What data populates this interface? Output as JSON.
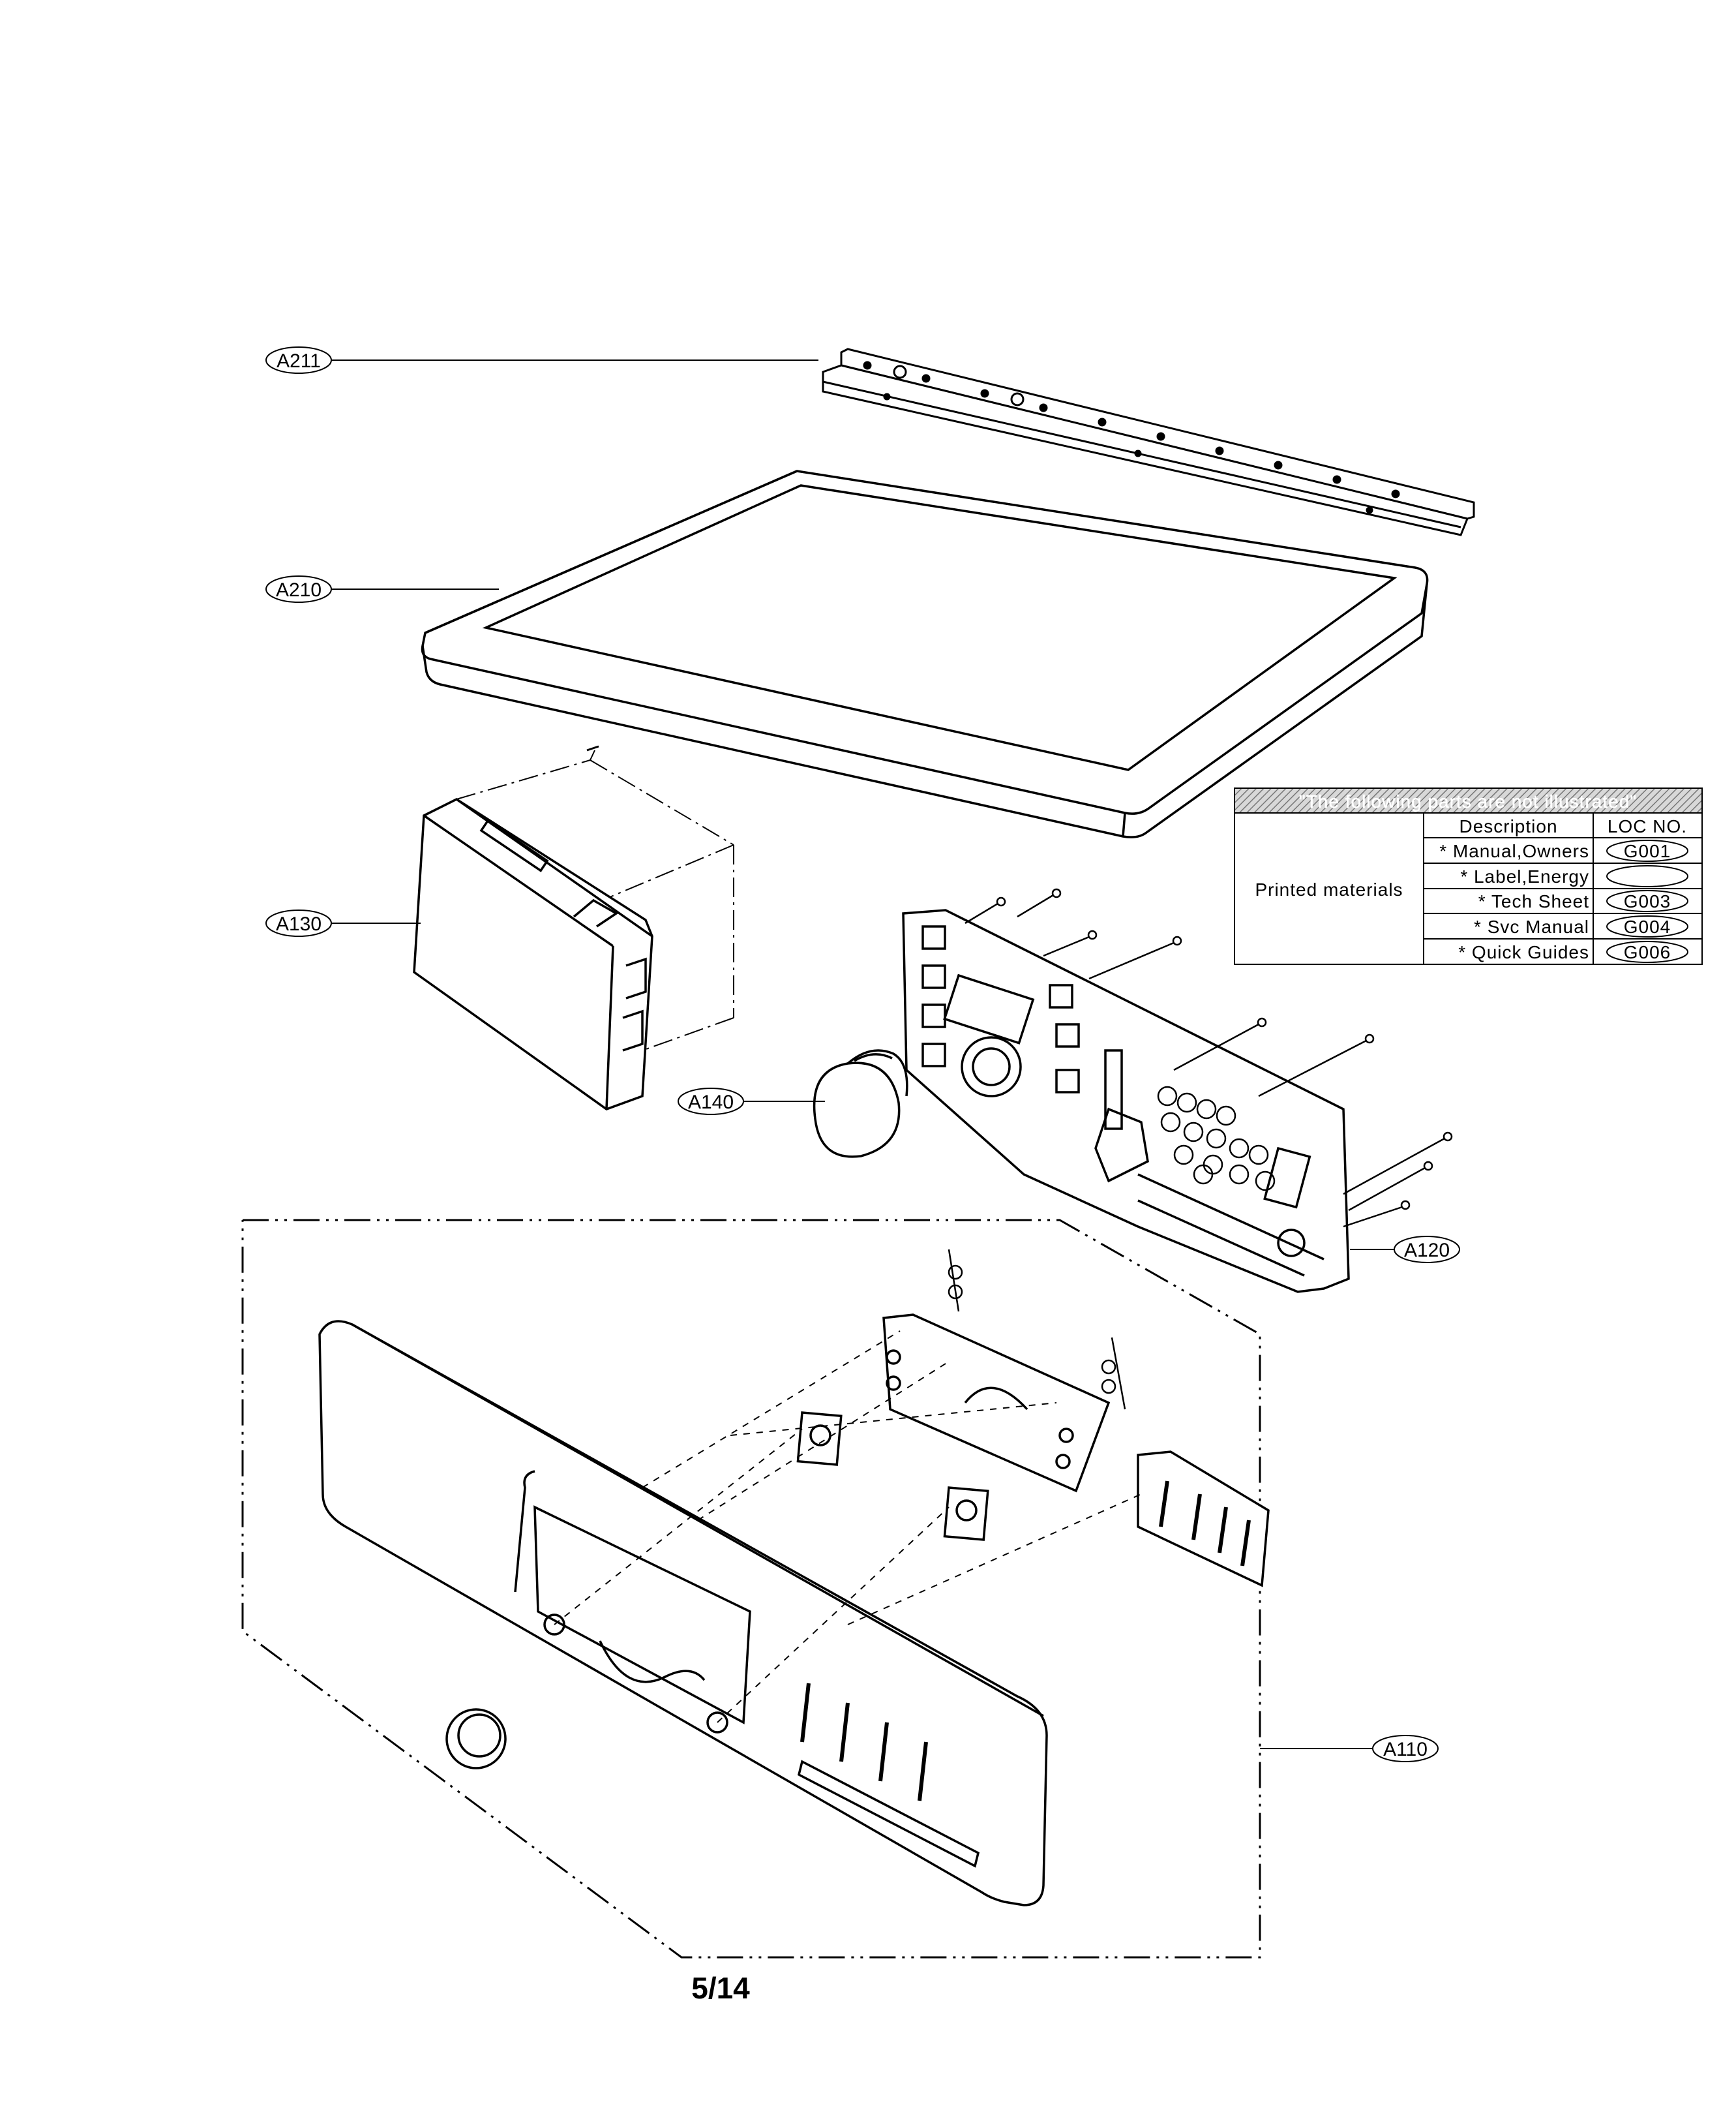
{
  "callouts": {
    "a211": "A211",
    "a210": "A210",
    "a130": "A130",
    "a140": "A140",
    "a120": "A120",
    "a110": "A110"
  },
  "notice_table": {
    "header": "\"The following parts are not illustrated\"",
    "col_description": "Description",
    "col_loc": "LOC NO.",
    "group_label": "Printed materials",
    "rows": [
      {
        "description": "* Manual,Owners",
        "loc": "G001"
      },
      {
        "description": "* Label,Energy",
        "loc": ""
      },
      {
        "description": "* Tech Sheet",
        "loc": "G003"
      },
      {
        "description": "* Svc Manual",
        "loc": "G004"
      },
      {
        "description": "* Quick Guides",
        "loc": "G006"
      }
    ]
  },
  "page_number": "5/14"
}
